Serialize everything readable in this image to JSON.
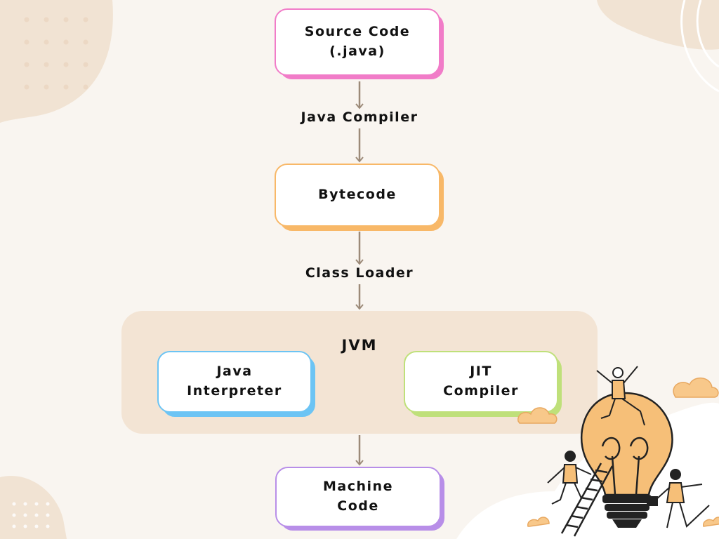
{
  "diagram": {
    "nodes": {
      "source": {
        "label": "Source Code\n(.java)",
        "color": "#f17cc8"
      },
      "bytecode": {
        "label": "Bytecode",
        "color": "#f8b868"
      },
      "interpreter": {
        "label": "Java\nInterpreter",
        "color": "#6cc4f4"
      },
      "jit": {
        "label": "JIT\nCompiler",
        "color": "#bfe07a"
      },
      "machine": {
        "label": "Machine\nCode",
        "color": "#b88ee8"
      }
    },
    "container": {
      "label": "JVM",
      "color": "#f3e4d4"
    },
    "edges": [
      {
        "from": "source",
        "to": "bytecode",
        "label": "Java Compiler"
      },
      {
        "from": "bytecode",
        "to": "jvm",
        "label": "Class Loader"
      },
      {
        "from": "jvm",
        "to": "machine",
        "label": ""
      }
    ]
  },
  "colors": {
    "background": "#f9f5f0",
    "decor_blob": "#f1e3d3",
    "arrow": "#9c8a78",
    "bulb": "#f6bf78",
    "cloud": "#f8c88a"
  }
}
